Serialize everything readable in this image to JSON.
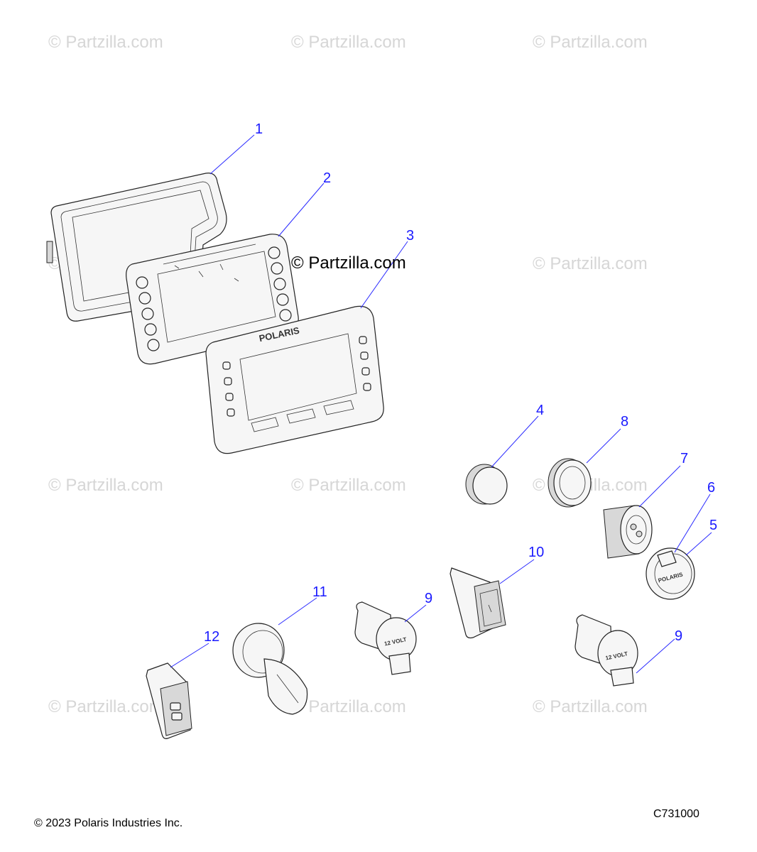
{
  "watermark_text": "© Partzilla.com",
  "center_watermark_text": "© Partzilla.com",
  "callouts": [
    "1",
    "2",
    "3",
    "4",
    "8",
    "7",
    "6",
    "5",
    "10",
    "11",
    "9",
    "12",
    "9"
  ],
  "display_bezel_text": "POLARIS",
  "cap_text": "POLARIS",
  "socket_text": "12 VOLT",
  "footer": {
    "copyright": "© 2023 Polaris Industries Inc.",
    "diagram_code": "C731000"
  }
}
